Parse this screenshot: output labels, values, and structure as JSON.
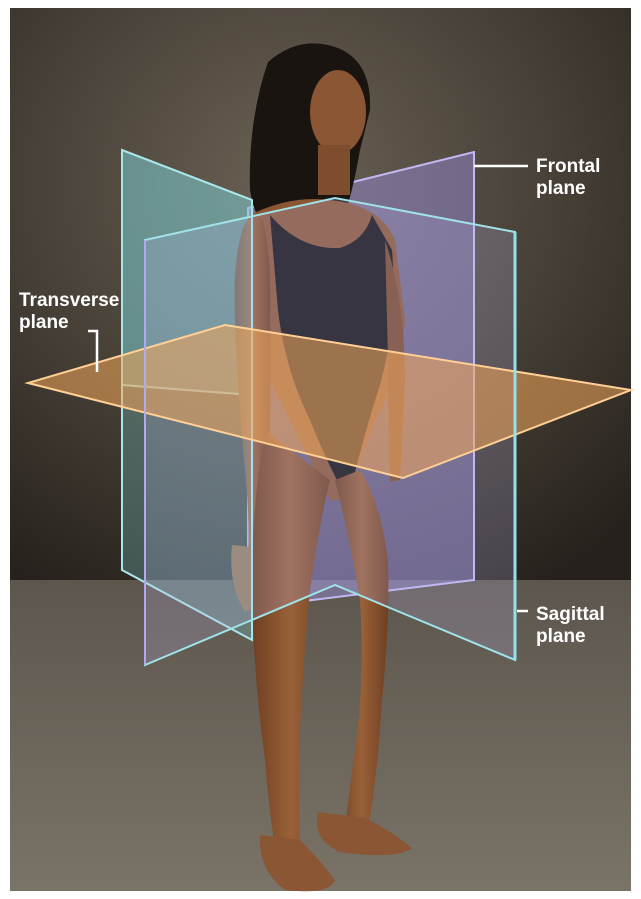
{
  "labels": {
    "frontal": [
      "Frontal",
      "plane"
    ],
    "transverse": [
      "Transverse",
      "plane"
    ],
    "sagittal": [
      "Sagittal",
      "plane"
    ]
  },
  "colors": {
    "backdrop_dark": "#2f2a24",
    "backdrop_mid": "#5a5247",
    "floor": "#6e665c",
    "skin": "#8a5634",
    "swimsuit": "#111111",
    "hair": "#1a1410",
    "frontal_plane": "#9b8fe0",
    "sagittal_plane": "#7fd0d4",
    "transverse_plane": "#f2a65a",
    "label_text": "#ffffff",
    "leader_line": "#ffffff"
  }
}
